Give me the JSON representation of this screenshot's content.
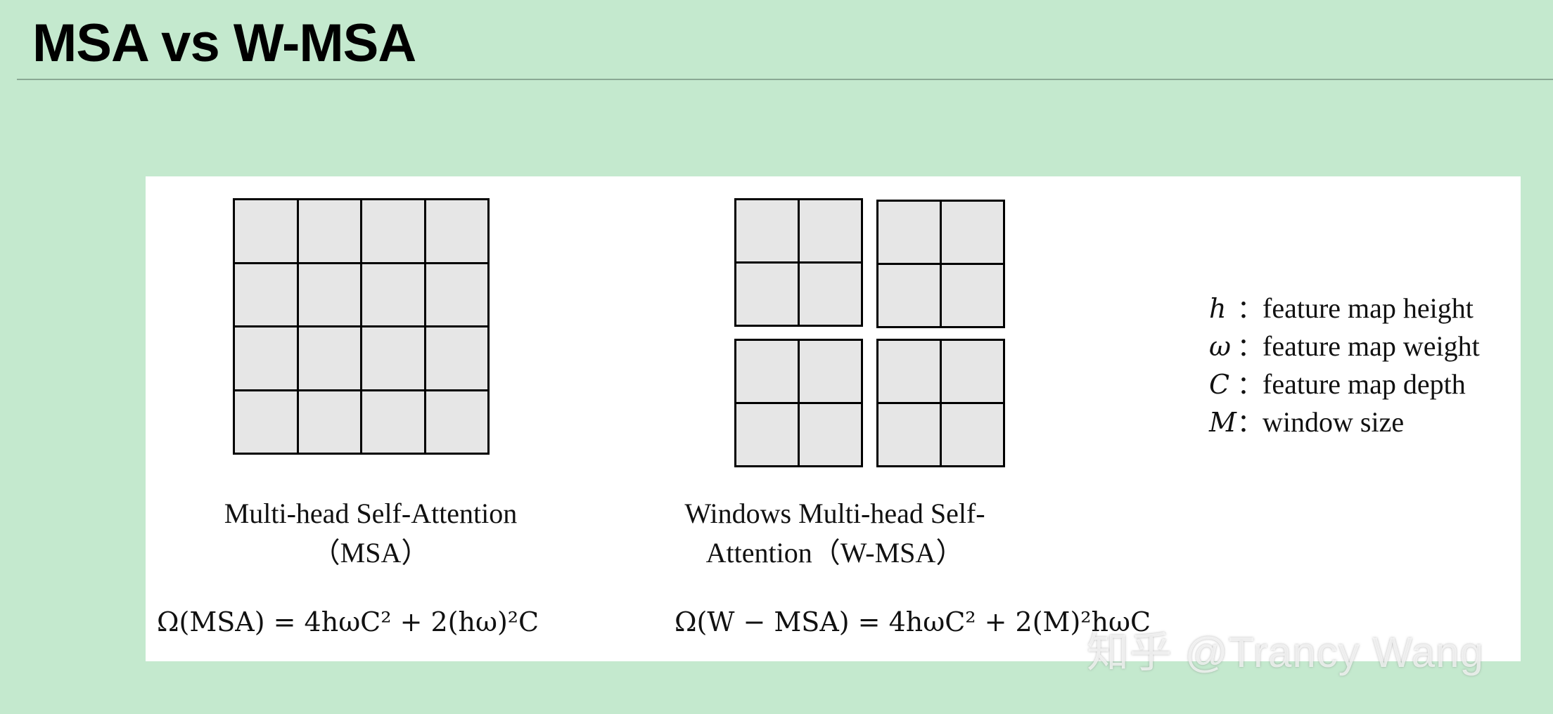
{
  "title": "MSA vs W-MSA",
  "msa": {
    "caption_line1": "Multi-head Self-Attention",
    "caption_line2": "（MSA）",
    "formula": "Ω(MSA) = 4hωC² + 2(hω)²C"
  },
  "wmsa": {
    "caption_line1": "Windows Multi-head Self-",
    "caption_line2": "Attention（W-MSA）",
    "formula": "Ω(W − MSA) = 4hωC² + 2(M)²hωC"
  },
  "legend": [
    {
      "symbol": "h",
      "colon": "：",
      "desc": "feature map height"
    },
    {
      "symbol": "ω",
      "colon": "：",
      "desc": "feature map weight"
    },
    {
      "symbol": "C",
      "colon": "：",
      "desc": "feature map depth"
    },
    {
      "symbol": "M",
      "colon": "：",
      "desc": "window size"
    }
  ],
  "watermark": "知乎 @Trancy Wang",
  "colors": {
    "background": "#c4e9ce",
    "panel": "#ffffff",
    "cell_fill": "#e6e6e6",
    "grid_line": "#000000"
  }
}
